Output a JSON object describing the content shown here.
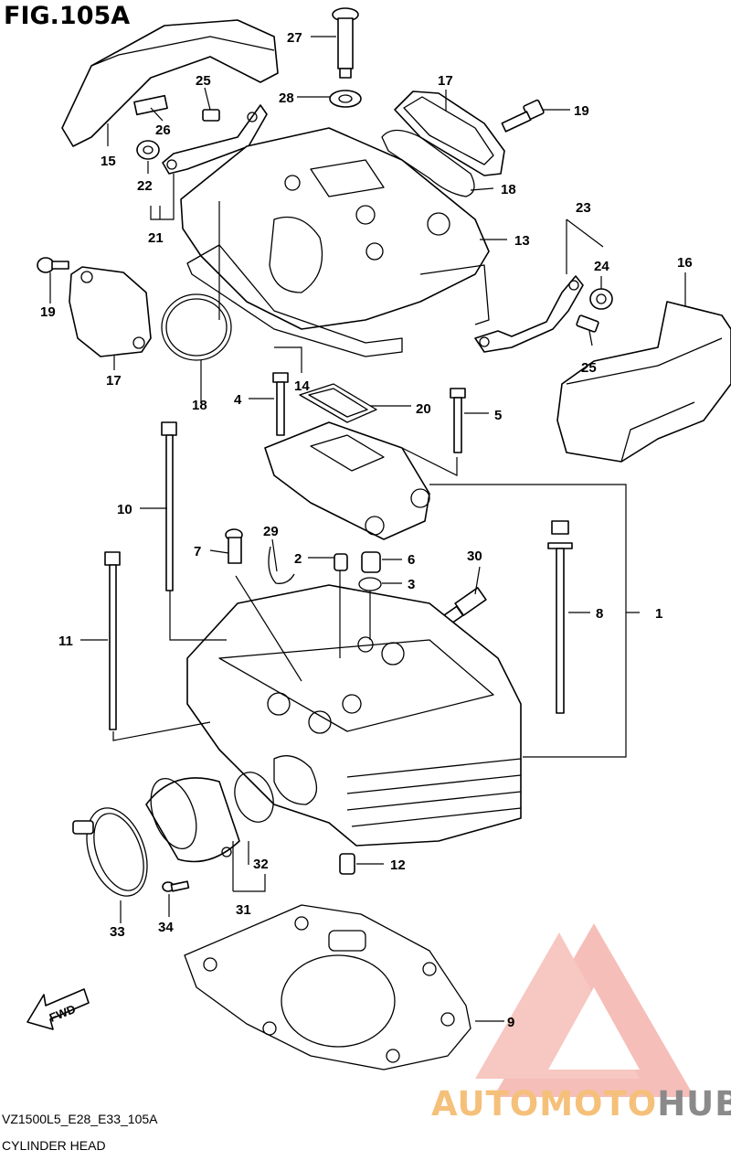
{
  "figure": {
    "title": "FIG.105A",
    "model_code": "VZ1500L5_E28_E33_105A",
    "name": "CYLINDER HEAD",
    "fwd_label": "FWD"
  },
  "watermark": {
    "part_a": "AUTOMOTO",
    "part_b": "HUB",
    "colors": {
      "logo": "#f08a80",
      "text_a": "#f5c07a",
      "text_b": "#8a8a8a"
    }
  },
  "callouts": [
    "27",
    "25",
    "26",
    "28",
    "17",
    "19",
    "15",
    "22",
    "21",
    "18",
    "13",
    "23",
    "24",
    "16",
    "19",
    "17",
    "18",
    "14",
    "25",
    "4",
    "20",
    "5",
    "10",
    "29",
    "7",
    "2",
    "6",
    "30",
    "3",
    "8",
    "1",
    "11",
    "32",
    "12",
    "31",
    "33",
    "34",
    "9"
  ]
}
